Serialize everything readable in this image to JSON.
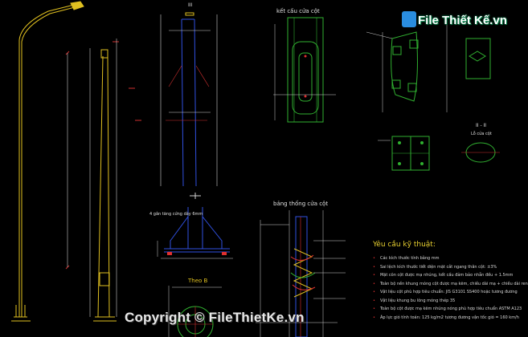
{
  "title_ket_cau": "kết cấu cửa cột",
  "title_bang_thep": "bảng thống cửa cột",
  "section_theo_b": "Theo B",
  "section_iii": "III",
  "section_ii": "II - II",
  "label_loi_cua_cot": "Lỗ cửa cột",
  "label_4_gan": "4 gân tăng cứng\ndày 6mm",
  "notes": {
    "title": "Yêu cầu kỹ thuật:",
    "items": [
      "Các kích thước tính bằng mm",
      "Sai lệch kích thước tiết diện mặt cắt ngang thân cột: ±3%",
      "Mặt côn cột được mạ nhúng, kết cấu đảm bảo nhẵn đều + 1.5mm",
      "Toàn bộ nền khung móng cột được mạ kẽm, chiều dài mạ + chiều dài ren",
      "Vật liệu cột phù hợp tiêu chuẩn: JIS G3101 SS400 hoặc tương đương",
      "Vật liệu khung bu lông móng thép 35",
      "Toàn bộ cột được mạ kẽm nhúng nóng phù hợp tiêu chuẩn ASTM A123",
      "Áp lực gió tính toán: 125 kg/m2 tương đương vận tốc gió = 160 km/h"
    ]
  },
  "watermark": "File Thiết Kế.vn",
  "copyright": "Copyright © FileThietKe.vn",
  "colors": {
    "background": "#000000",
    "pole": "#e0c020",
    "detail": "#3050e0",
    "section": "#30b030",
    "dim": "#d0d0d0",
    "text": "#e0e0e0",
    "accent": "#e03030"
  }
}
